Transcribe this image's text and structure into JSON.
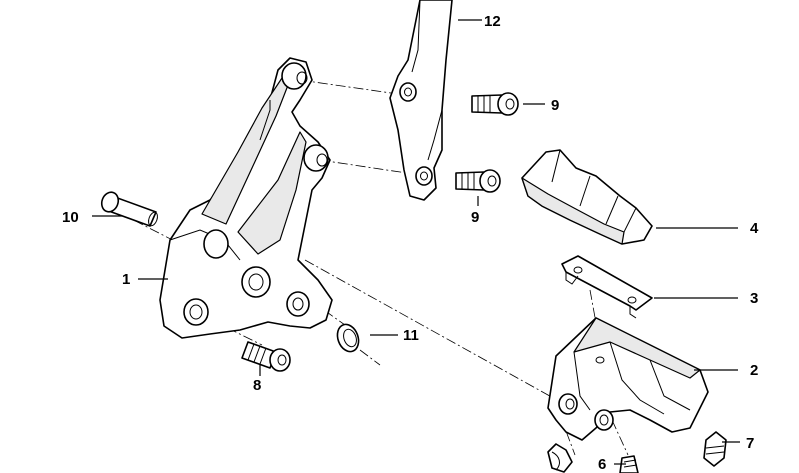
{
  "callouts": {
    "c1": "1",
    "c2": "2",
    "c3": "3",
    "c4": "4",
    "c6": "6",
    "c7": "7",
    "c8": "8",
    "c9a": "9",
    "c9b": "9",
    "c10": "10",
    "c11": "11",
    "c12": "12"
  }
}
